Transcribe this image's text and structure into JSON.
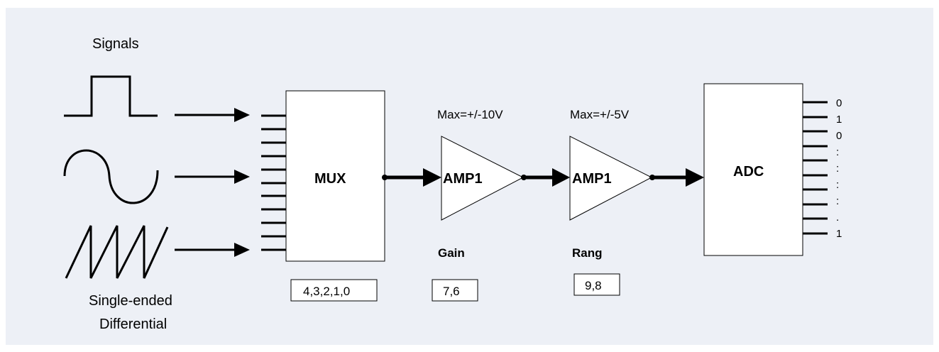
{
  "colors": {
    "panel_background": "#edf0f6",
    "stroke": "#000000",
    "block_fill": "#ffffff"
  },
  "labels": {
    "signals_title": "Signals",
    "single_ended": "Single-ended",
    "differential": "Differential",
    "mux": "MUX",
    "amp_first": "AMP1",
    "amp_second": "AMP1",
    "adc": "ADC",
    "max_first": "Max=+/-10V",
    "max_second": "Max=+/-5V",
    "gain": "Gain",
    "range": "Rang"
  },
  "bit_boxes": {
    "mux_bits": "4,3,2,1,0",
    "gain_bits": "7,6",
    "range_bits": "9,8"
  },
  "adc_outputs": [
    "0",
    "1",
    "0",
    ":",
    ":",
    ":",
    ":",
    ".",
    "1"
  ],
  "signal_waveforms": [
    "square-wave-icon",
    "sine-wave-icon",
    "sawtooth-wave-icon"
  ]
}
